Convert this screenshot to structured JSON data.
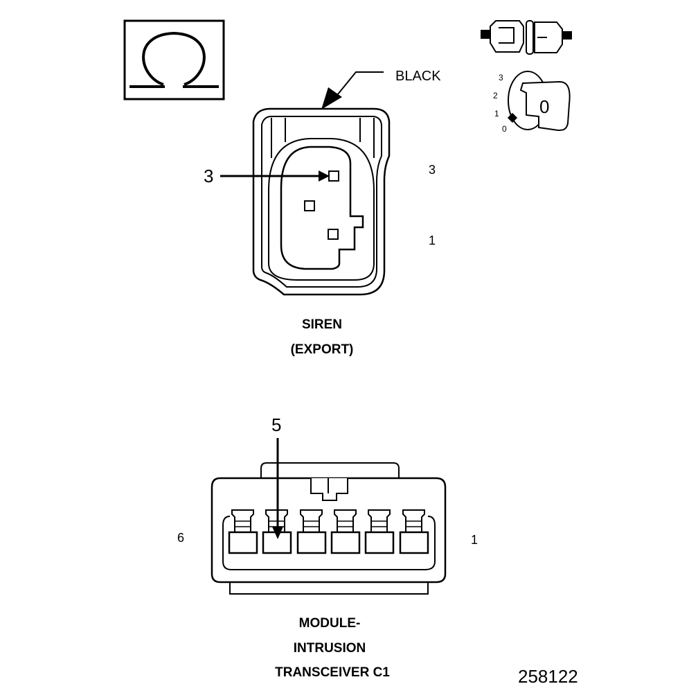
{
  "ohm_symbol": "Ω",
  "siren": {
    "color_label": "BLACK",
    "pin_callout": "3",
    "side_label_top": "3",
    "side_label_bottom": "1",
    "title_line1": "SIREN",
    "title_line2": "(EXPORT)"
  },
  "ignition": {
    "positions": [
      "3",
      "2",
      "1",
      "0"
    ],
    "key_label": "0"
  },
  "transceiver": {
    "pin_callout": "5",
    "left_label": "6",
    "right_label": "1",
    "title_line1": "MODULE-",
    "title_line2": "INTRUSION",
    "title_line3": "TRANSCEIVER C1"
  },
  "figure_number": "258122",
  "colors": {
    "line": "#000000",
    "background": "#ffffff"
  }
}
